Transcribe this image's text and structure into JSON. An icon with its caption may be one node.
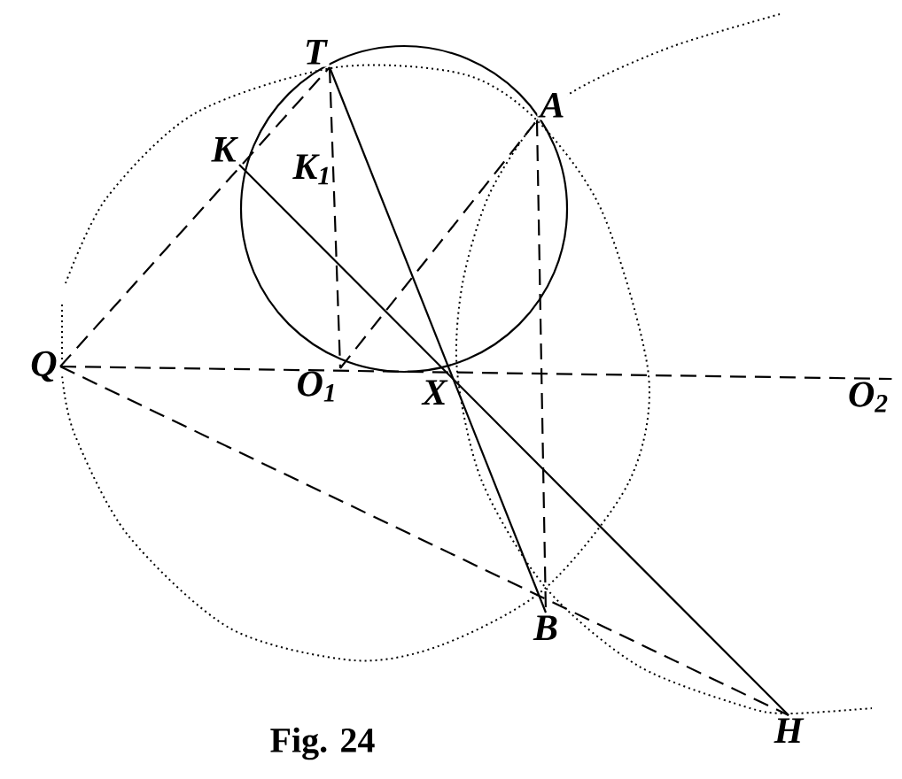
{
  "diagram": {
    "caption": "Fig. 24",
    "nodes": [
      {
        "text": [
          "T"
        ]
      },
      {
        "text": [
          "A"
        ]
      },
      {
        "text": [
          "K"
        ]
      },
      {
        "text": [
          "Q"
        ]
      },
      {
        "text": [
          "O$_{1}$"
        ]
      },
      {
        "text": [
          "X"
        ]
      },
      {
        "text": [
          "O$_{2}$"
        ]
      },
      {
        "text": [
          "B"
        ]
      },
      {
        "text": [
          "H"
        ]
      }
    ],
    "edges": [
      {
        "from": 3,
        "to": 6,
        "arrow": "none",
        "style": "dashed"
      },
      {
        "from": 3,
        "to": 0,
        "arrow": "none",
        "style": "dashed"
      },
      {
        "from": 3,
        "to": 8,
        "arrow": "none",
        "style": "dashed"
      },
      {
        "from": 0,
        "to": 4,
        "arrow": "none",
        "style": "dashed"
      },
      {
        "from": 4,
        "to": 1,
        "arrow": "none",
        "style": "dashed"
      },
      {
        "from": 1,
        "to": 7,
        "arrow": "none",
        "style": "dashed"
      },
      {
        "from": 0,
        "to": 7,
        "arrow": "none"
      },
      {
        "from": 2,
        "to": 8,
        "arrow": "none"
      }
    ],
    "labels": [
      "K$_{1}$"
    ]
  }
}
